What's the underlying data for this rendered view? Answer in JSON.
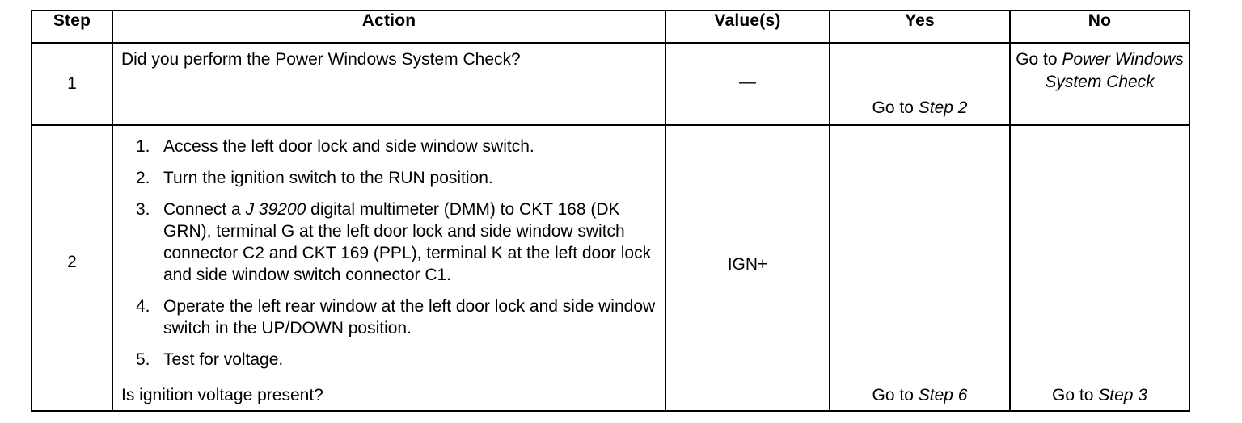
{
  "document": {
    "type": "diagnostic-procedure-table",
    "background_color": "#ffffff",
    "text_color": "#000000",
    "border_color": "#000000"
  },
  "table": {
    "headers": {
      "step": "Step",
      "action": "Action",
      "values": "Value(s)",
      "yes": "Yes",
      "no": "No"
    },
    "rows": [
      {
        "step": "1",
        "action_question": "Did you perform the Power Windows System Check?",
        "value": "—",
        "yes": {
          "prefix": "Go to ",
          "target": "Step 2"
        },
        "no": {
          "prefix": "Go to ",
          "target": "Power Windows System Check",
          "lines": [
            "Go to Power",
            "Windows",
            "System Check"
          ]
        }
      },
      {
        "step": "2",
        "action_items": [
          {
            "marker": "1.",
            "text": "Access the left door lock and side window switch."
          },
          {
            "marker": "2.",
            "text": "Turn the ignition switch to the RUN position."
          },
          {
            "marker": "3.",
            "text_before": "Connect a ",
            "tool": "J 39200",
            "text_after": " digital multimeter (DMM) to CKT 168 (DK GRN), terminal G at the left door lock and side window switch connector C2 and CKT 169 (PPL), terminal K at the left door lock and side window switch connector C1."
          },
          {
            "marker": "4.",
            "text": "Operate the left rear window at the left door lock and side window switch in the UP/DOWN position."
          },
          {
            "marker": "5.",
            "text": "Test for voltage."
          }
        ],
        "action_question": "Is ignition voltage present?",
        "value": "IGN+",
        "yes": {
          "prefix": "Go to ",
          "target": "Step 6"
        },
        "no": {
          "prefix": "Go to ",
          "target": "Step 3"
        }
      }
    ]
  }
}
